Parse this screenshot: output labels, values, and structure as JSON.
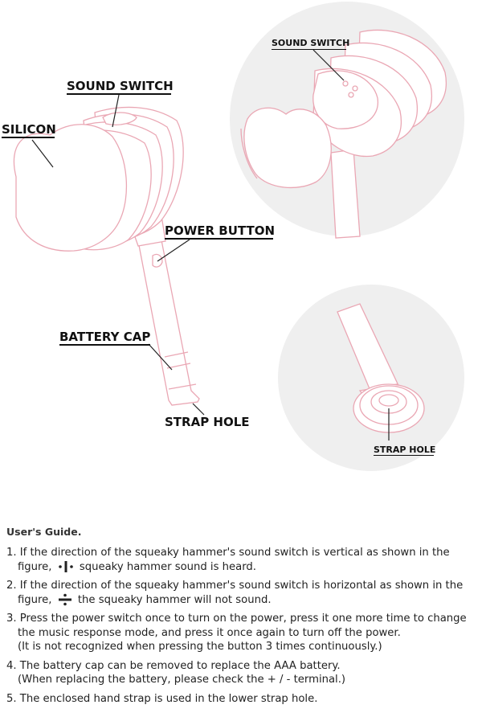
{
  "labels": {
    "silicon": "SILICON",
    "sound_switch": "SOUND SWITCH",
    "power_button": "POWER BUTTON",
    "battery_cap": "BATTERY CAP",
    "strap_hole": "STRAP HOLE",
    "detail_sound_switch": "SOUND SWITCH",
    "detail_strap_hole": "STRAP HOLE"
  },
  "colors": {
    "outline": "#eaa7b4",
    "circle_bg": "#efefef",
    "leader": "#222222"
  },
  "guide": {
    "title": "User's Guide.",
    "step1_a": "1. If the direction of the squeaky hammer's sound switch is vertical as shown in the",
    "step1_b": "figure,",
    "step1_c": "squeaky hammer sound is heard.",
    "step2_a": "2. If the direction of the squeaky hammer's sound switch is horizontal as shown in the",
    "step2_b": "figure,",
    "step2_c": "the squeaky hammer will not sound.",
    "step3_a": "3. Press the power switch once to turn on the power, press it one more time to change",
    "step3_b": "the music response mode, and press it once again to turn off the power.",
    "step3_c": "(It is not recognized when pressing the button 3 times continuously.)",
    "step4_a": "4. The battery cap can be removed to replace the AAA battery.",
    "step4_b": "(When replacing the battery, please check the + / - terminal.)",
    "step5": "5. The enclosed hand strap is used in the lower strap hole."
  }
}
